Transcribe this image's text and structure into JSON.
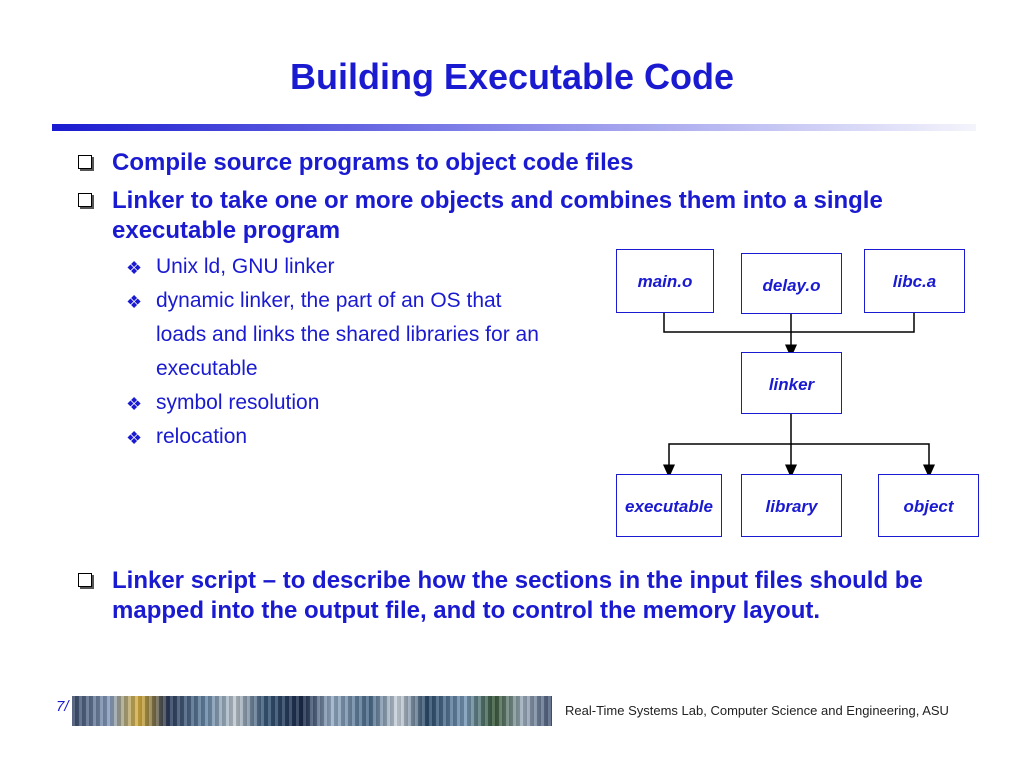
{
  "slide": {
    "title": "Building Executable Code",
    "bullets": [
      "Compile source programs to object code files",
      "Linker to take one or more objects and combines them into a single executable program",
      "Linker script – to describe how the sections in the input files should be mapped into the output file, and to control the memory layout."
    ],
    "subbullets": [
      "Unix ld, GNU linker",
      "dynamic linker, the part of an OS that loads and links the shared libraries for an executable",
      "symbol resolution",
      "relocation"
    ]
  },
  "diagram": {
    "inputs": [
      "main.o",
      "delay.o",
      "libc.a"
    ],
    "center": "linker",
    "outputs": [
      "executable",
      "library",
      "object"
    ]
  },
  "footer": {
    "page": "7/",
    "credit": "Real-Time Systems Lab, Computer Science and Engineering, ASU"
  },
  "colors": {
    "accent": "#1a1ad0"
  }
}
